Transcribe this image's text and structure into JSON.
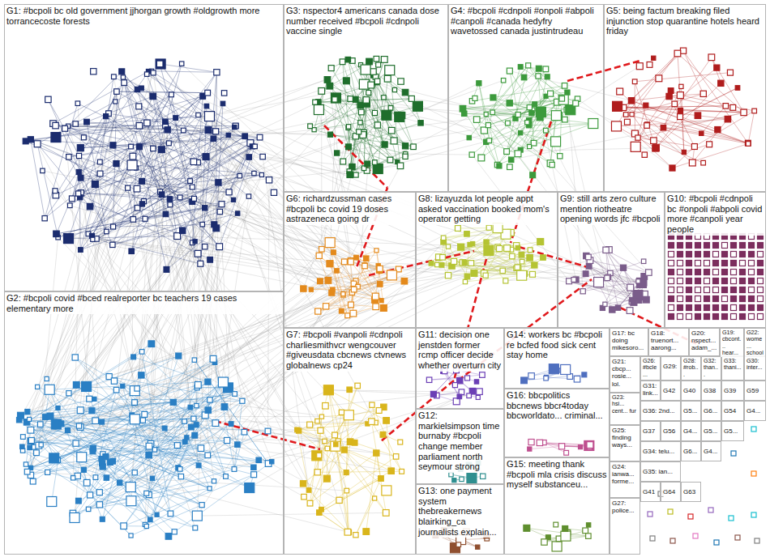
{
  "diagram": {
    "nodes": [
      {
        "text": [
          "G1: #bcpoli bc old government jjhorgan growth #oldgrowth more torrancecoste forests"
        ]
      },
      {
        "text": [
          "G3: nspector4 americans canada dose number received #bcpoli #cdnpoli vaccine single"
        ]
      },
      {
        "text": [
          "G4: #bcpoli #cdnpoli #onpoli #abpoli #canpoli #canada hedyfry wavetossed canada justintrudeau"
        ]
      },
      {
        "text": [
          "G5: being factum breaking filed injunction stop quarantine hotels heard friday"
        ]
      },
      {
        "text": [
          "G6: richardzussman cases #bcpoli bc covid 19 doses astrazeneca going dr"
        ]
      },
      {
        "text": [
          "G8: lizayuzda lot people appt asked vaccination booked mom's operator getting"
        ]
      },
      {
        "text": [
          "G9: still arts zero culture mention riotheatre opening words jfc #bcpoli"
        ]
      },
      {
        "text": [
          "G10: #bcpoli #cdnpoli bc #onpoli #abpoli covid more #canpoli year people"
        ]
      },
      {
        "text": [
          "G2: #bcpoli covid #bced realreporter bc teachers 19 cases elementary more"
        ]
      },
      {
        "text": [
          "G7: #bcpoli #vanpoli #cdnpoli charliesmithvcr wengcouver #giveusdata cbcnews ctvnews globalnews cp24"
        ]
      },
      {
        "text": [
          "G11: decision one jenstden former rcmp officer decide whether overturn city"
        ]
      },
      {
        "text": [
          "G14: workers bc #bcpoli re bcfed food sick cent stay home"
        ]
      },
      {
        "text": [
          "G17: bc doing mikesoro..."
        ]
      },
      {
        "text": [
          "G18: truenort... aarong..."
        ]
      },
      {
        "text": [
          "G20: nspect... adam_..."
        ]
      },
      {
        "text": [
          "G19: cbcont... hear..."
        ]
      },
      {
        "text": [
          "G22: wome... school..."
        ]
      },
      {
        "text": [
          "G21: cbcp... rosie... lol."
        ]
      },
      {
        "text": [
          "G26: #bcle..."
        ]
      },
      {
        "text": [
          "G29:"
        ]
      },
      {
        "text": [
          "G28: #rob..."
        ]
      },
      {
        "text": [
          "G32: than..."
        ]
      },
      {
        "text": [
          "G33: thani..."
        ]
      },
      {
        "text": [
          "G30: inter..."
        ]
      },
      {
        "text": [
          "G16: bbcpolitics bbcnews bbcr4today bbcworldato... criminal..."
        ]
      },
      {
        "text": [
          "G31: link..."
        ]
      },
      {
        "text": [
          "G42"
        ]
      },
      {
        "text": [
          "G40"
        ]
      },
      {
        "text": [
          "G38"
        ]
      },
      {
        "text": [
          "G39"
        ]
      },
      {
        "text": [
          "G59"
        ]
      },
      {
        "text": [
          "G23: hsi... cent... fur"
        ]
      },
      {
        "text": [
          "G36: 2nd..."
        ]
      },
      {
        "text": [
          "G5..."
        ]
      },
      {
        "text": [
          "G6..."
        ]
      },
      {
        "text": [
          "G54"
        ]
      },
      {
        "text": [
          "G4..."
        ]
      },
      {
        "text": [
          "G12: markielsimpson time burnaby #bcpoli change member parliament north seymour strong"
        ]
      },
      {
        "text": [
          "G37"
        ]
      },
      {
        "text": [
          "G56"
        ]
      },
      {
        "text": [
          "G4..."
        ]
      },
      {
        "text": [
          "G5..."
        ]
      },
      {
        "text": [
          "G5..."
        ]
      },
      {
        "text": [
          "G25: finding ways..."
        ]
      },
      {
        "text": [
          "G34: telu..."
        ]
      },
      {
        "text": [
          "G6..."
        ]
      },
      {
        "text": [
          "G4..."
        ]
      },
      {
        "text": [
          "G15: meeting thank #bcpoli mla crisis discuss myself substanceu..."
        ]
      },
      {
        "text": [
          "G24: ianwa... forme..."
        ]
      },
      {
        "text": [
          "G35: ian..."
        ]
      },
      {
        "text": [
          "G13: one payment system thebreakernews blairking_ca journalists explain..."
        ]
      },
      {
        "text": [
          "G27: police..."
        ]
      },
      {
        "text": [
          "G41"
        ]
      },
      {
        "text": [
          "G64"
        ]
      },
      {
        "text": [
          "G63"
        ]
      }
    ]
  }
}
